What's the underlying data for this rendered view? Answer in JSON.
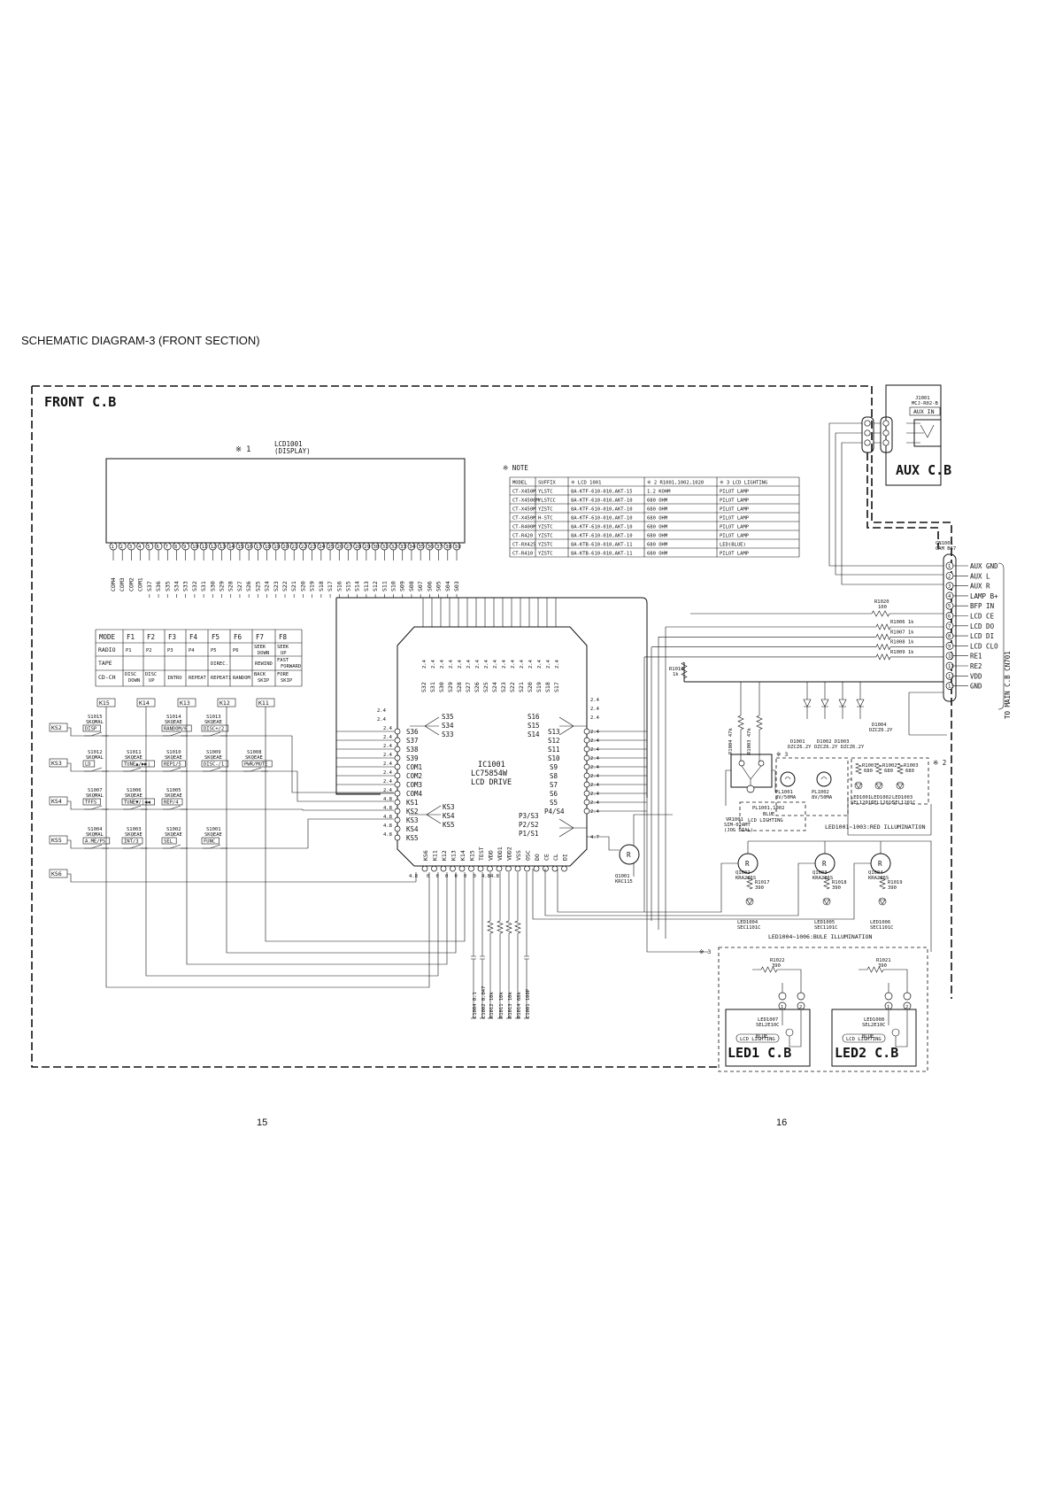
{
  "page_title": "SCHEMATIC DIAGRAM-3 (FRONT SECTION)",
  "page_numbers": [
    "15",
    "16"
  ],
  "boards": {
    "front": "FRONT C.B",
    "aux": "AUX C.B",
    "led1": "LED1 C.B",
    "led2": "LED2 C.B"
  },
  "display": {
    "mark": "※ 1",
    "ref": "LCD1001",
    "desc": "(DISPLAY)"
  },
  "note": {
    "title": "※ NOTE",
    "headers": [
      "MODEL",
      "SUFFIX",
      "※ LCD 1001",
      "※ 2 R1001,1002,1020",
      "※ 3 LCD LIGHTING"
    ],
    "rows": [
      [
        "CT-X450M",
        "YLSTC",
        "8A-KTF-610-010,AKT-15",
        "1.2 KOHM",
        "PILOT LAMP"
      ],
      [
        "CT-X4500M",
        "YLSTCC",
        "8A-KTF-610-010,AKT-10",
        "680 OHM",
        "PILOT LAMP"
      ],
      [
        "CT-X450M",
        "YZSTC",
        "8A-KTF-610-010,AKT-10",
        "680 OHM",
        "PILOT LAMP"
      ],
      [
        "CT-X450M",
        "H-STC",
        "8A-KTF-610-010,AKT-10",
        "680 OHM",
        "PILOT LAMP"
      ],
      [
        "CT-R400M",
        "YZSTC",
        "8A-KTF-610-010,AKT-10",
        "680 OHM",
        "PILOT LAMP"
      ],
      [
        "CT-R420",
        "YZSTC",
        "8A-KTF-610-010,AKT-10",
        "680 OHM",
        "PILOT LAMP"
      ],
      [
        "CT-RX425",
        "YZSTC",
        "8A-KTB-610-010,AKT-11",
        "680 OHM",
        "LED(BLUE)"
      ],
      [
        "CT-R410",
        "YZSTC",
        "8A-KTB-610-010,AKT-11",
        "680 OHM",
        "PILOT LAMP"
      ]
    ]
  },
  "mode_table": {
    "headers": [
      "MODE",
      "F1",
      "F2",
      "F3",
      "F4",
      "F5",
      "F6",
      "F7",
      "F8"
    ],
    "rows": [
      [
        "RADIO",
        "P1",
        "P2",
        "P3",
        "P4",
        "P5",
        "P6",
        "SEEK DOWN",
        "SEEK UP"
      ],
      [
        "TAPE",
        "",
        "",
        "",
        "",
        "DIREC.",
        "",
        "REWIND",
        "FAST FORWARD"
      ],
      [
        "CD-CH",
        "DISC DOWN",
        "DISC UP",
        "INTRO",
        "REPEAT",
        "REPEAT1",
        "RANDOM",
        "BACK SKIP",
        "FORE SKIP"
      ]
    ]
  },
  "key_columns": [
    "K15",
    "K14",
    "K13",
    "K12",
    "K11"
  ],
  "key_rows": [
    "KS2",
    "KS3",
    "KS4",
    "KS5",
    "KS6"
  ],
  "switches": [
    {
      "ref": "S1015",
      "type": "SKQMAL",
      "label": "DISP"
    },
    {
      "ref": "S1014",
      "type": "SKQEAE",
      "label": "RANDOM/6"
    },
    {
      "ref": "S1013",
      "type": "SKQEAE",
      "label": "DISC+/2"
    },
    {
      "ref": "S1012",
      "type": "SKQMAL",
      "label": "LD"
    },
    {
      "ref": "S1011",
      "type": "SKQEAE",
      "label": "TUNE▲/▶▶|"
    },
    {
      "ref": "S1010",
      "type": "SKQEAE",
      "label": "REP1/5"
    },
    {
      "ref": "S1009",
      "type": "SKQEAE",
      "label": "DISC-/1"
    },
    {
      "ref": "S1008",
      "type": "SKQEAE",
      "label": "PWR/MUTE"
    },
    {
      "ref": "S1007",
      "type": "SKQMAL",
      "label": "TFFS"
    },
    {
      "ref": "S1006",
      "type": "SKQEAE",
      "label": "TUNE▼/|◀◀"
    },
    {
      "ref": "S1005",
      "type": "SKQEAE",
      "label": "REP/4"
    },
    {
      "ref": "S1004",
      "type": "SKQMAL",
      "label": "A.ME/PS"
    },
    {
      "ref": "S1003",
      "type": "SKQEAE",
      "label": "INT/3"
    },
    {
      "ref": "S1002",
      "type": "SKQEAE",
      "label": "SEL"
    },
    {
      "ref": "S1001",
      "type": "SKQEAE",
      "label": "FUNC"
    }
  ],
  "ic": {
    "ref": "IC1001",
    "part": "LC75854W",
    "desc": "LCD DRIVE"
  },
  "ic_left_pins": [
    "S36",
    "S37",
    "S38",
    "S39",
    "COM1",
    "COM2",
    "COM3",
    "COM4",
    "KS1",
    "KS2",
    "KS3",
    "KS4",
    "KS5"
  ],
  "ic_left_bus": [
    "S35",
    "S34",
    "S33"
  ],
  "ic_right_pins": [
    "S13",
    "S12",
    "S11",
    "S10",
    "S9",
    "S8",
    "S7",
    "S6",
    "S5",
    "P4/S4"
  ],
  "ic_right_bus": [
    "S16",
    "S15",
    "S14"
  ],
  "ic_port_pins": [
    "P3/S3",
    "P2/S2",
    "P1/S1"
  ],
  "ic_top_pins": [
    "S32",
    "S31",
    "S30",
    "S29",
    "S28",
    "S27",
    "S26",
    "S25",
    "S24",
    "S23",
    "S22",
    "S21",
    "S20",
    "S19",
    "S18",
    "S17"
  ],
  "ic_bottom_pins": [
    "KS6",
    "K11",
    "K12",
    "K13",
    "K14",
    "K15",
    "TEST",
    "VDD",
    "VDD1",
    "VDD2",
    "VSS",
    "OSC",
    "DO",
    "CE",
    "CL",
    "DI"
  ],
  "lcd_segments": [
    "COM4",
    "COM3",
    "COM2",
    "COM1",
    "S37",
    "S36",
    "S35",
    "S34",
    "S33",
    "S32",
    "S31",
    "S30",
    "S29",
    "S28",
    "S27",
    "S26",
    "S25",
    "S24",
    "S23",
    "S22",
    "S21",
    "S20",
    "S19",
    "S18",
    "S17",
    "S16",
    "S15",
    "S14",
    "S13",
    "S12",
    "S11",
    "S10",
    "S09",
    "S08",
    "S07",
    "S06",
    "S05",
    "S04",
    "S03"
  ],
  "voltages": {
    "seg": "2.4",
    "key": "4.8",
    "q": "4.7"
  },
  "jack": {
    "ref": "J1001",
    "part": "MCJ-R02-B",
    "label": "AUX IN"
  },
  "connector": {
    "ref": "CN1001",
    "part": "CAM B67"
  },
  "connector_pins": [
    "AUX GND",
    "AUX L",
    "AUX R",
    "LAMP B+",
    "BFP IN",
    "LCD CE",
    "LCD DO",
    "LCD DI",
    "LCD CLO",
    "RE1",
    "RE2",
    "VDD",
    "GND"
  ],
  "to_main": "TO MAIN C.B CN701",
  "resistors_bus": [
    {
      "ref": "R1020",
      "val": "100"
    },
    {
      "ref": "R1006",
      "val": "1k"
    },
    {
      "ref": "R1007",
      "val": "1k"
    },
    {
      "ref": "R1008",
      "val": "1k"
    },
    {
      "ref": "R1009",
      "val": "1k"
    },
    {
      "ref": "R1010",
      "val": "1k"
    },
    {
      "ref": "R1004",
      "val": "47k"
    },
    {
      "ref": "R1003",
      "val": "47k"
    }
  ],
  "diodes": [
    {
      "ref": "D1001",
      "part": "DZCZ6.2Y"
    },
    {
      "ref": "D1002",
      "part": "DZCZ6.2Y"
    },
    {
      "ref": "D1003",
      "part": "DZCZ6.2Y"
    },
    {
      "ref": "D1004",
      "part": "DZCZ6.2Y"
    }
  ],
  "encoder": {
    "mark": "※ 3",
    "ref": "VR1001",
    "part": "SIM-02AMT",
    "desc": "(JOG DIAL)"
  },
  "pilot_lamps": [
    {
      "ref": "PL1001",
      "val": "8V/50MA"
    },
    {
      "ref": "PL1002",
      "val": "8V/50MA"
    }
  ],
  "lamp_group": {
    "label": "PL1001,1002",
    "desc1": "BLUE",
    "desc2": "LCD LIGHTING"
  },
  "red_leds": [
    {
      "ref": "R1001",
      "val": "680"
    },
    {
      "ref": "R1002",
      "val": "680"
    },
    {
      "ref": "R1003",
      "val": "680"
    }
  ],
  "red_led_parts": [
    "LED1001 SEL1201C",
    "LED1002 SEL1201C",
    "LED1003 SEL1201C"
  ],
  "red_caption": "LED1001~1003:RED ILLUMINATION",
  "red_mark": "※ 2",
  "transistors": [
    {
      "ref": "Q1001",
      "part": "KRC115"
    },
    {
      "ref": "Q1002",
      "part": "KRA226S"
    },
    {
      "ref": "Q1003",
      "part": "KRA226S"
    },
    {
      "ref": "Q1004",
      "part": "KRA226S"
    }
  ],
  "blue_leds": [
    {
      "ref": "LED1004",
      "part": "SEC1101C",
      "r": "R1017",
      "rv": "390"
    },
    {
      "ref": "LED1005",
      "part": "SEC1101C",
      "r": "R1018",
      "rv": "390"
    },
    {
      "ref": "LED1006",
      "part": "SEC1101C",
      "r": "R1019",
      "rv": "390"
    }
  ],
  "blue_caption": "LED1004~1006:BULE ILLUMINATION",
  "bottom_parts": [
    "C1004 0.1",
    "C1002 0.047",
    "R1012 10k",
    "R1011 10k",
    "R1013 10k",
    "R1014 68k",
    "C1001 100P"
  ],
  "led_boards": [
    {
      "mark": "※ 3",
      "r": "R1022",
      "rv": "390",
      "led": "LED1007",
      "part": "SEL2E10C",
      "d1": "BLUE",
      "d2": "LCD LIGHTING"
    },
    {
      "r": "R1021",
      "rv": "390",
      "led": "LED1008",
      "part": "SEL2E10C",
      "d1": "BLUE",
      "d2": "LCD LIGHTING"
    }
  ]
}
